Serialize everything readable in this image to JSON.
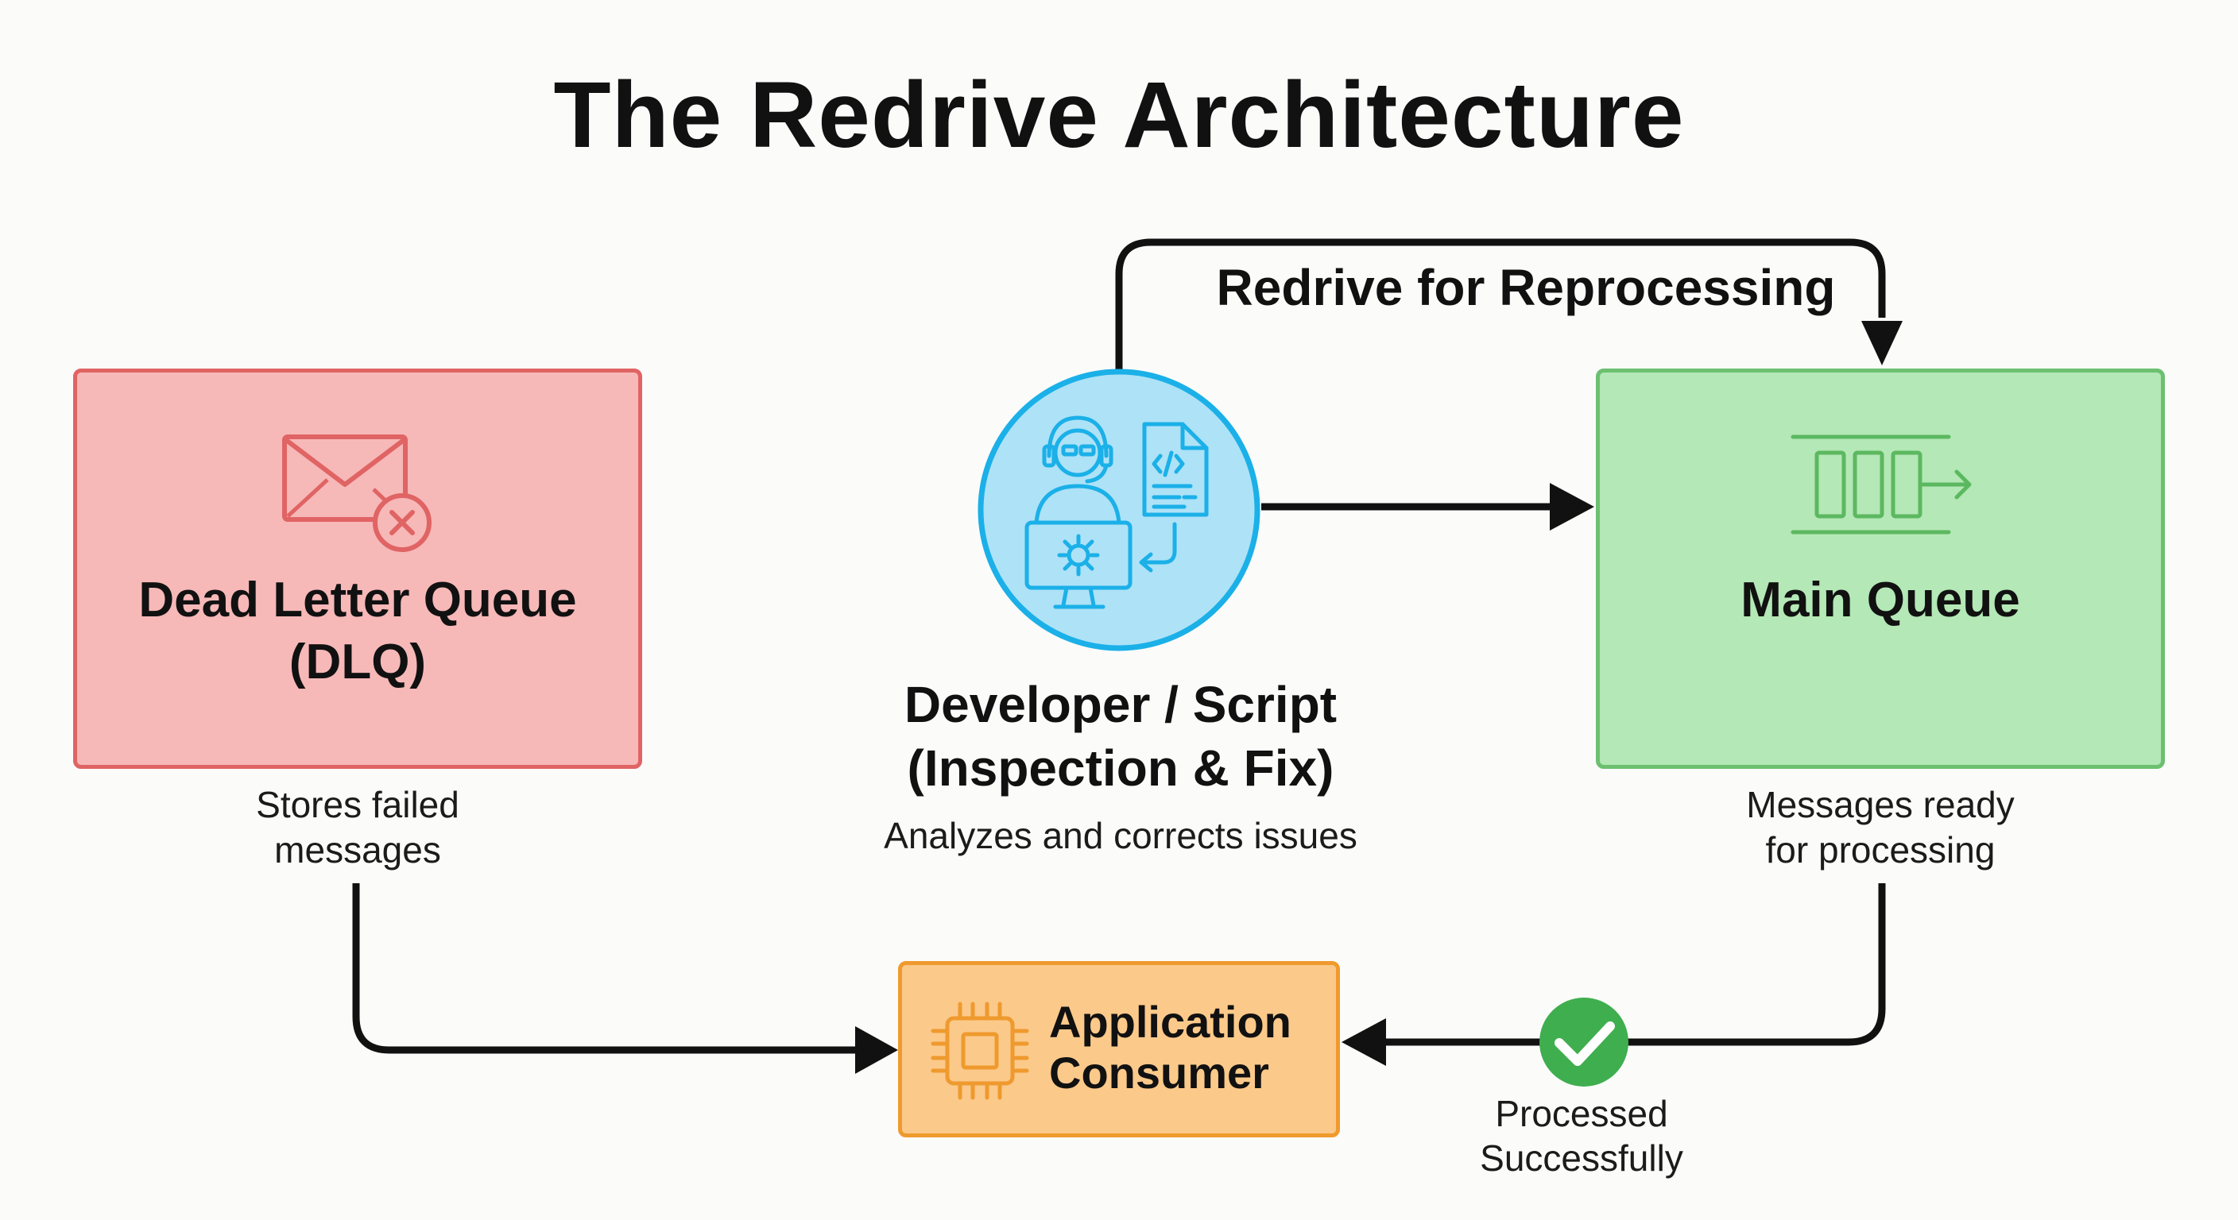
{
  "title": "The Redrive Architecture",
  "dlq": {
    "title_line1": "Dead Letter Queue",
    "title_line2": "(DLQ)",
    "caption_line1": "Stores failed",
    "caption_line2": "messages"
  },
  "developer": {
    "title_line1": "Developer / Script",
    "title_line2": "(Inspection & Fix)",
    "caption": "Analyzes and corrects issues"
  },
  "main_queue": {
    "title": "Main Queue",
    "caption_line1": "Messages ready",
    "caption_line2": "for processing"
  },
  "consumer": {
    "title_line1": "Application",
    "title_line2": "Consumer"
  },
  "redrive_label": "Redrive for Reprocessing",
  "processed": {
    "caption_line1": "Processed",
    "caption_line2": "Successfully"
  },
  "colors": {
    "dlq_fill": "#f7b8b8",
    "dlq_stroke": "#e06464",
    "main_fill": "#b4e8b6",
    "main_stroke": "#6cc070",
    "developer_fill": "#aee2f7",
    "developer_stroke": "#1bb0e8",
    "consumer_fill": "#fbc98a",
    "consumer_stroke": "#ef9a2e",
    "success_green": "#3fae4f",
    "connector": "#111111"
  },
  "icons": {
    "dlq": "envelope-error-icon",
    "developer": "developer-headset-icon",
    "main_queue": "queue-icon",
    "consumer": "cpu-chip-icon",
    "processed": "check-circle-icon"
  }
}
